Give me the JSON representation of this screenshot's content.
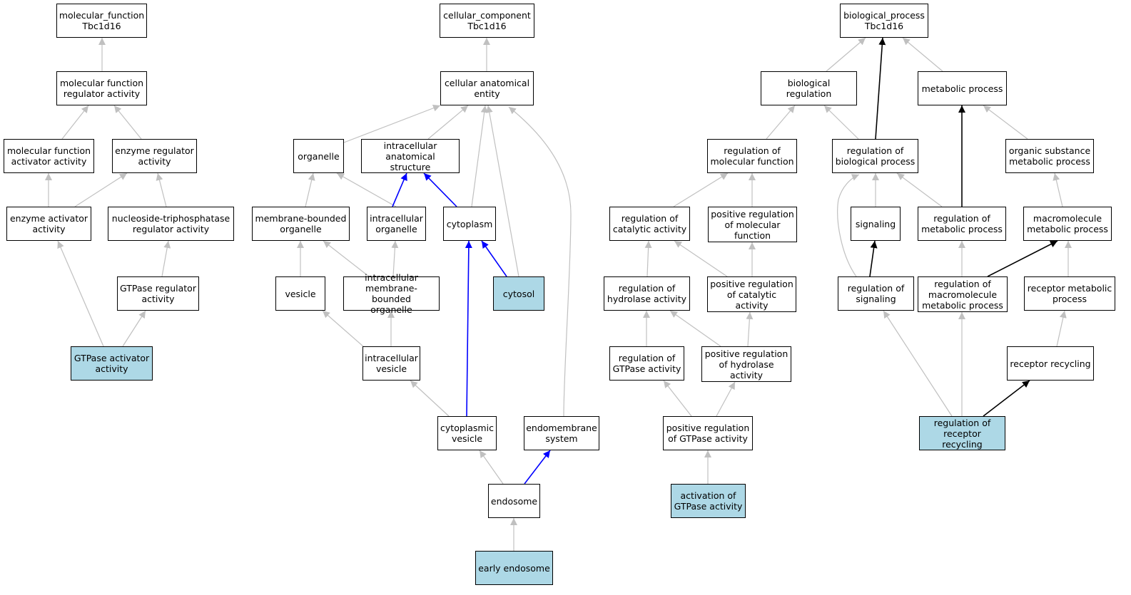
{
  "colors": {
    "highlight_fill": "#add8e6",
    "node_border": "#000000",
    "edge_gray": "#c0c0c0",
    "edge_blue": "#0000ff",
    "edge_black": "#000000"
  },
  "nodes": [
    {
      "id": "mf_root",
      "label": "molecular_function\nTbc1d16",
      "highlight": false
    },
    {
      "id": "mf_reg",
      "label": "molecular function\nregulator activity",
      "highlight": false
    },
    {
      "id": "mf_act",
      "label": "molecular function\nactivator activity",
      "highlight": false
    },
    {
      "id": "enz_reg",
      "label": "enzyme regulator\nactivity",
      "highlight": false
    },
    {
      "id": "enz_act",
      "label": "enzyme activator\nactivity",
      "highlight": false
    },
    {
      "id": "ntp_reg",
      "label": "nucleoside-triphosphatase\nregulator activity",
      "highlight": false
    },
    {
      "id": "gtpase_reg",
      "label": "GTPase regulator\nactivity",
      "highlight": false
    },
    {
      "id": "gtpase_act",
      "label": "GTPase activator\nactivity",
      "highlight": true
    },
    {
      "id": "cc_root",
      "label": "cellular_component\nTbc1d16",
      "highlight": false
    },
    {
      "id": "cae",
      "label": "cellular anatomical\nentity",
      "highlight": false
    },
    {
      "id": "organelle",
      "label": "organelle",
      "highlight": false
    },
    {
      "id": "ias",
      "label": "intracellular\nanatomical structure",
      "highlight": false
    },
    {
      "id": "mbo",
      "label": "membrane-bounded\norganelle",
      "highlight": false
    },
    {
      "id": "io",
      "label": "intracellular\norganelle",
      "highlight": false
    },
    {
      "id": "cytoplasm",
      "label": "cytoplasm",
      "highlight": false
    },
    {
      "id": "vesicle",
      "label": "vesicle",
      "highlight": false
    },
    {
      "id": "imbo",
      "label": "intracellular\nmembrane-bounded\norganelle",
      "highlight": false
    },
    {
      "id": "cytosol",
      "label": "cytosol",
      "highlight": true
    },
    {
      "id": "iv",
      "label": "intracellular\nvesicle",
      "highlight": false
    },
    {
      "id": "cv",
      "label": "cytoplasmic\nvesicle",
      "highlight": false
    },
    {
      "id": "endomem",
      "label": "endomembrane\nsystem",
      "highlight": false
    },
    {
      "id": "endosome",
      "label": "endosome",
      "highlight": false
    },
    {
      "id": "early_endo",
      "label": "early endosome",
      "highlight": true
    },
    {
      "id": "bp_root",
      "label": "biological_process\nTbc1d16",
      "highlight": false
    },
    {
      "id": "bio_reg",
      "label": "biological regulation",
      "highlight": false
    },
    {
      "id": "met_proc",
      "label": "metabolic process",
      "highlight": false
    },
    {
      "id": "reg_mf",
      "label": "regulation of\nmolecular function",
      "highlight": false
    },
    {
      "id": "reg_bp",
      "label": "regulation of\nbiological process",
      "highlight": false
    },
    {
      "id": "osmp",
      "label": "organic substance\nmetabolic process",
      "highlight": false
    },
    {
      "id": "reg_cat",
      "label": "regulation of\ncatalytic activity",
      "highlight": false
    },
    {
      "id": "pos_reg_mf",
      "label": "positive regulation\nof molecular\nfunction",
      "highlight": false
    },
    {
      "id": "signaling",
      "label": "signaling",
      "highlight": false
    },
    {
      "id": "reg_mp",
      "label": "regulation of\nmetabolic process",
      "highlight": false
    },
    {
      "id": "mmp",
      "label": "macromolecule\nmetabolic process",
      "highlight": false
    },
    {
      "id": "reg_hyd",
      "label": "regulation of\nhydrolase activity",
      "highlight": false
    },
    {
      "id": "pos_reg_cat",
      "label": "positive regulation\nof catalytic\nactivity",
      "highlight": false
    },
    {
      "id": "reg_sig",
      "label": "regulation of\nsignaling",
      "highlight": false
    },
    {
      "id": "reg_mmp",
      "label": "regulation of\nmacromolecule\nmetabolic process",
      "highlight": false
    },
    {
      "id": "rmp",
      "label": "receptor metabolic\nprocess",
      "highlight": false
    },
    {
      "id": "reg_gtp",
      "label": "regulation of\nGTPase activity",
      "highlight": false
    },
    {
      "id": "pos_reg_hyd",
      "label": "positive regulation\nof hydrolase\nactivity",
      "highlight": false
    },
    {
      "id": "rec_recyc",
      "label": "receptor recycling",
      "highlight": false
    },
    {
      "id": "pos_reg_gtp",
      "label": "positive regulation\nof GTPase activity",
      "highlight": false
    },
    {
      "id": "reg_rec_recyc",
      "label": "regulation of\nreceptor recycling",
      "highlight": true
    },
    {
      "id": "act_gtp",
      "label": "activation of\nGTPase activity",
      "highlight": true
    }
  ],
  "edges": [
    {
      "from": "mf_reg",
      "to": "mf_root",
      "color": "gray"
    },
    {
      "from": "mf_act",
      "to": "mf_reg",
      "color": "gray"
    },
    {
      "from": "enz_reg",
      "to": "mf_reg",
      "color": "gray"
    },
    {
      "from": "enz_act",
      "to": "mf_act",
      "color": "gray"
    },
    {
      "from": "enz_act",
      "to": "enz_reg",
      "color": "gray"
    },
    {
      "from": "ntp_reg",
      "to": "enz_reg",
      "color": "gray"
    },
    {
      "from": "gtpase_reg",
      "to": "ntp_reg",
      "color": "gray"
    },
    {
      "from": "gtpase_act",
      "to": "enz_act",
      "color": "gray"
    },
    {
      "from": "gtpase_act",
      "to": "gtpase_reg",
      "color": "gray"
    },
    {
      "from": "cae",
      "to": "cc_root",
      "color": "gray"
    },
    {
      "from": "organelle",
      "to": "cae",
      "color": "gray"
    },
    {
      "from": "ias",
      "to": "cae",
      "color": "gray"
    },
    {
      "from": "cytoplasm",
      "to": "cae",
      "color": "gray"
    },
    {
      "from": "cytosol",
      "to": "cae",
      "color": "gray"
    },
    {
      "from": "endomem",
      "to": "cae",
      "color": "gray",
      "curve": true
    },
    {
      "from": "mbo",
      "to": "organelle",
      "color": "gray"
    },
    {
      "from": "io",
      "to": "organelle",
      "color": "gray"
    },
    {
      "from": "io",
      "to": "ias",
      "color": "blue"
    },
    {
      "from": "cytoplasm",
      "to": "ias",
      "color": "blue"
    },
    {
      "from": "vesicle",
      "to": "mbo",
      "color": "gray"
    },
    {
      "from": "imbo",
      "to": "mbo",
      "color": "gray"
    },
    {
      "from": "imbo",
      "to": "io",
      "color": "gray"
    },
    {
      "from": "cytosol",
      "to": "cytoplasm",
      "color": "blue"
    },
    {
      "from": "iv",
      "to": "vesicle",
      "color": "gray"
    },
    {
      "from": "iv",
      "to": "imbo",
      "color": "gray"
    },
    {
      "from": "cv",
      "to": "iv",
      "color": "gray"
    },
    {
      "from": "cv",
      "to": "cytoplasm",
      "color": "blue"
    },
    {
      "from": "endosome",
      "to": "cv",
      "color": "gray"
    },
    {
      "from": "endosome",
      "to": "endomem",
      "color": "blue"
    },
    {
      "from": "early_endo",
      "to": "endosome",
      "color": "gray"
    },
    {
      "from": "bio_reg",
      "to": "bp_root",
      "color": "gray"
    },
    {
      "from": "met_proc",
      "to": "bp_root",
      "color": "gray"
    },
    {
      "from": "reg_bp",
      "to": "bp_root",
      "color": "black"
    },
    {
      "from": "reg_mf",
      "to": "bio_reg",
      "color": "gray"
    },
    {
      "from": "reg_bp",
      "to": "bio_reg",
      "color": "gray"
    },
    {
      "from": "osmp",
      "to": "met_proc",
      "color": "gray"
    },
    {
      "from": "reg_mp",
      "to": "met_proc",
      "color": "black"
    },
    {
      "from": "reg_cat",
      "to": "reg_mf",
      "color": "gray"
    },
    {
      "from": "pos_reg_mf",
      "to": "reg_mf",
      "color": "gray"
    },
    {
      "from": "signaling",
      "to": "reg_bp",
      "color": "gray"
    },
    {
      "from": "reg_mp",
      "to": "reg_bp",
      "color": "gray"
    },
    {
      "from": "reg_sig",
      "to": "reg_bp",
      "color": "gray",
      "curve": true
    },
    {
      "from": "mmp",
      "to": "osmp",
      "color": "gray"
    },
    {
      "from": "reg_hyd",
      "to": "reg_cat",
      "color": "gray"
    },
    {
      "from": "pos_reg_cat",
      "to": "reg_cat",
      "color": "gray"
    },
    {
      "from": "pos_reg_cat",
      "to": "pos_reg_mf",
      "color": "gray"
    },
    {
      "from": "reg_sig",
      "to": "signaling",
      "color": "black"
    },
    {
      "from": "reg_mmp",
      "to": "reg_mp",
      "color": "gray"
    },
    {
      "from": "reg_mmp",
      "to": "mmp",
      "color": "black"
    },
    {
      "from": "rmp",
      "to": "mmp",
      "color": "gray"
    },
    {
      "from": "reg_gtp",
      "to": "reg_hyd",
      "color": "gray"
    },
    {
      "from": "pos_reg_hyd",
      "to": "reg_hyd",
      "color": "gray"
    },
    {
      "from": "pos_reg_hyd",
      "to": "pos_reg_cat",
      "color": "gray"
    },
    {
      "from": "rec_recyc",
      "to": "rmp",
      "color": "gray"
    },
    {
      "from": "pos_reg_gtp",
      "to": "reg_gtp",
      "color": "gray"
    },
    {
      "from": "pos_reg_gtp",
      "to": "pos_reg_hyd",
      "color": "gray"
    },
    {
      "from": "act_gtp",
      "to": "pos_reg_gtp",
      "color": "gray"
    },
    {
      "from": "reg_rec_recyc",
      "to": "reg_sig",
      "color": "gray"
    },
    {
      "from": "reg_rec_recyc",
      "to": "reg_mmp",
      "color": "gray"
    },
    {
      "from": "reg_rec_recyc",
      "to": "rec_recyc",
      "color": "black"
    }
  ]
}
